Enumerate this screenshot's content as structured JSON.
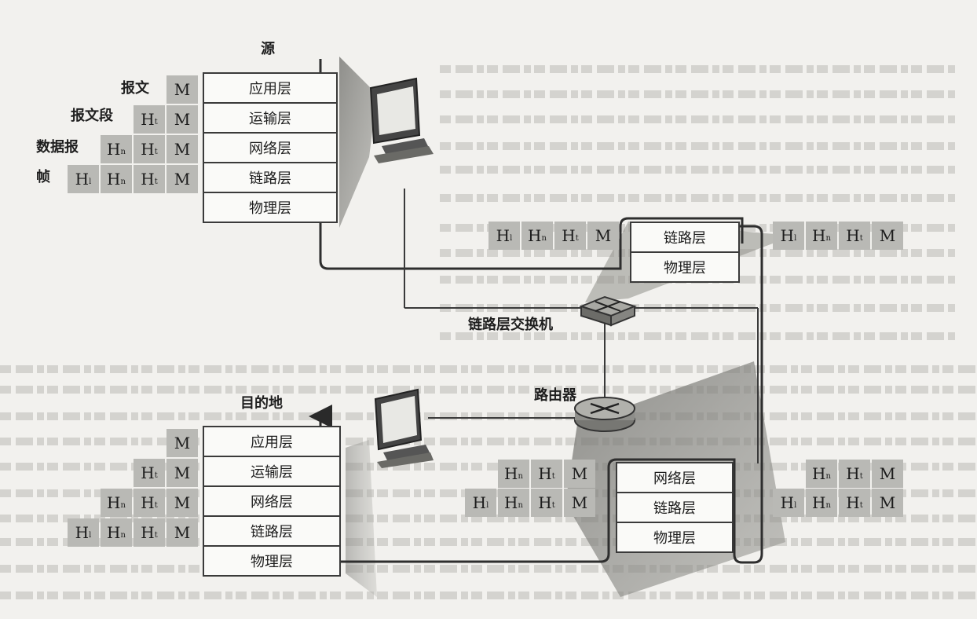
{
  "labels": {
    "source": "源",
    "destination": "目的地",
    "switch": "链路层交换机",
    "router": "路由器",
    "message": "报文",
    "segment": "报文段",
    "datagram": "数据报",
    "frame": "帧"
  },
  "layers": {
    "app": "应用层",
    "transport": "运输层",
    "network": "网络层",
    "link": "链路层",
    "physical": "物理层"
  },
  "headers": {
    "message": "M",
    "frame": "H",
    "network": "H",
    "transport": "H",
    "frame_sub": "l",
    "network_sub": "n",
    "transport_sub": "t"
  }
}
